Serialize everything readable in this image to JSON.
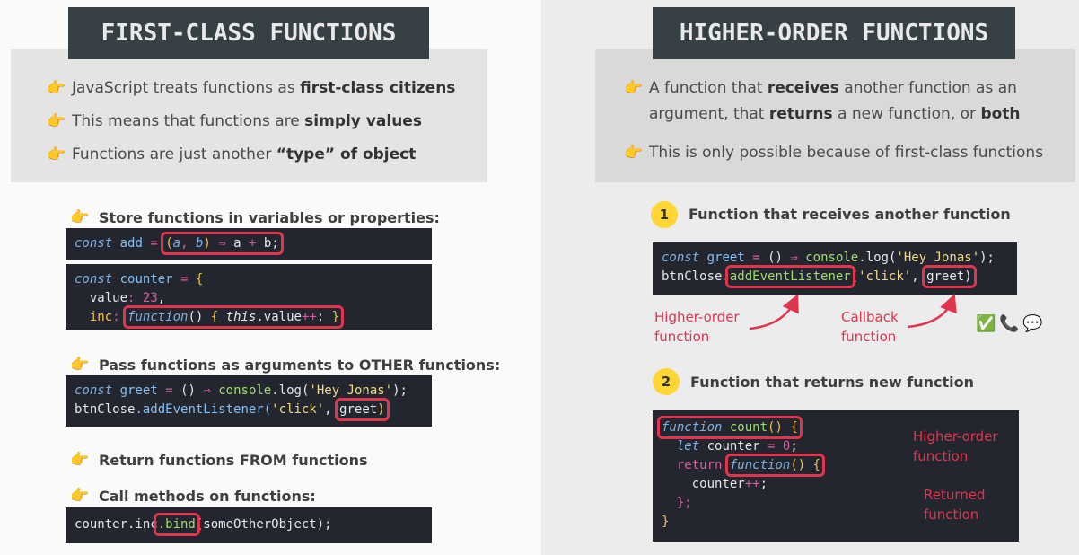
{
  "left": {
    "title": "FIRST-CLASS FUNCTIONS",
    "bullets": [
      {
        "pre": "JavaScript treats functions as ",
        "bold": "first-class citizens",
        "post": ""
      },
      {
        "pre": "This means that functions are ",
        "bold": "simply values",
        "post": ""
      },
      {
        "pre": "Functions are just another ",
        "bold": "“type” of object",
        "post": ""
      }
    ],
    "subs": [
      "Store functions in variables or properties:",
      "Pass functions as arguments to OTHER functions:",
      "Return functions FROM functions",
      "Call methods on functions:"
    ],
    "code_add": {
      "kw": "const",
      "name": "add",
      "eq": "=",
      "lp": "(",
      "a": "a",
      "comma": ",",
      "b": "b",
      "rp": ")",
      "arrow": "⇒",
      "a2": "a",
      "plus": "+",
      "b2": "b",
      "semi": ";"
    },
    "code_counter": {
      "kw": "const",
      "name": "counter",
      "eq": "=",
      "lb": "{",
      "value_key": "value",
      "colon": ":",
      "value_num": "23",
      "inc_key": "inc",
      "fn_kw": "function",
      "parens": "()",
      "body_open": "{",
      "this_kw": "this",
      "dot_value": ".value",
      "pp": "++",
      "semi": ";",
      "body_close": "}"
    },
    "code_greet": {
      "kw": "const",
      "name": "greet",
      "eq": "=",
      "parens": "()",
      "arrow": "⇒",
      "console": "console",
      "log": ".log(",
      "str": "'Hey Jonas'",
      "close": ");",
      "btn": "btnClose",
      "method": ".addEventListener(",
      "click": "'click'",
      "comma": ",",
      "arg": "greet",
      "end": ")"
    },
    "code_bind": {
      "obj": "counter.inc",
      "bind": ".bind",
      "rest": "(someOtherObject);"
    }
  },
  "right": {
    "title": "HIGHER-ORDER FUNCTIONS",
    "bullet1": {
      "p1": "A function that ",
      "b1": "receives",
      "p2": " another function as an",
      "p3": "argument, that ",
      "b2": "returns",
      "p4": " a new function, or ",
      "b3": "both"
    },
    "bullet2": "This is only possible because of first-class functions",
    "item1": {
      "num": "1",
      "label": "Function that receives another function"
    },
    "item2": {
      "num": "2",
      "label": "Function that returns new function"
    },
    "code1": {
      "kw": "const",
      "name": "greet",
      "eq": "=",
      "parens": "()",
      "arrow": "⇒",
      "console": "console",
      "log": ".log(",
      "str": "'Hey Jonas'",
      "close": ");",
      "btn": "btnClose",
      "dot": ".",
      "method": "addEventListener",
      "open": "(",
      "click": "'click'",
      "comma": ",",
      "arg": "greet)"
    },
    "anno_hof1": [
      "Higher-order",
      "function"
    ],
    "anno_cb": [
      "Callback",
      "function"
    ],
    "code2": {
      "fn_kw": "function",
      "name": "count",
      "sig": "() {",
      "let_kw": "let",
      "var": "counter",
      "eq": "=",
      "zero": "0",
      "semi": ";",
      "ret": "return",
      "inner_kw": "function",
      "inner_sig": "() {",
      "inner_var": "counter",
      "pp": "++",
      "inner_semi": ";",
      "inner_close": "};",
      "outer_close": "}"
    },
    "anno_hof2": [
      "Higher-order",
      "function"
    ],
    "anno_ret": [
      "Returned",
      "function"
    ],
    "emojis": {
      "check": "✅",
      "phone": "📞",
      "bubble": "💬"
    }
  },
  "colors": {
    "accent_red": "#e0354f",
    "banner_bg": "#364045",
    "badge_yellow": "#ffd633",
    "code_bg": "#23262e"
  }
}
